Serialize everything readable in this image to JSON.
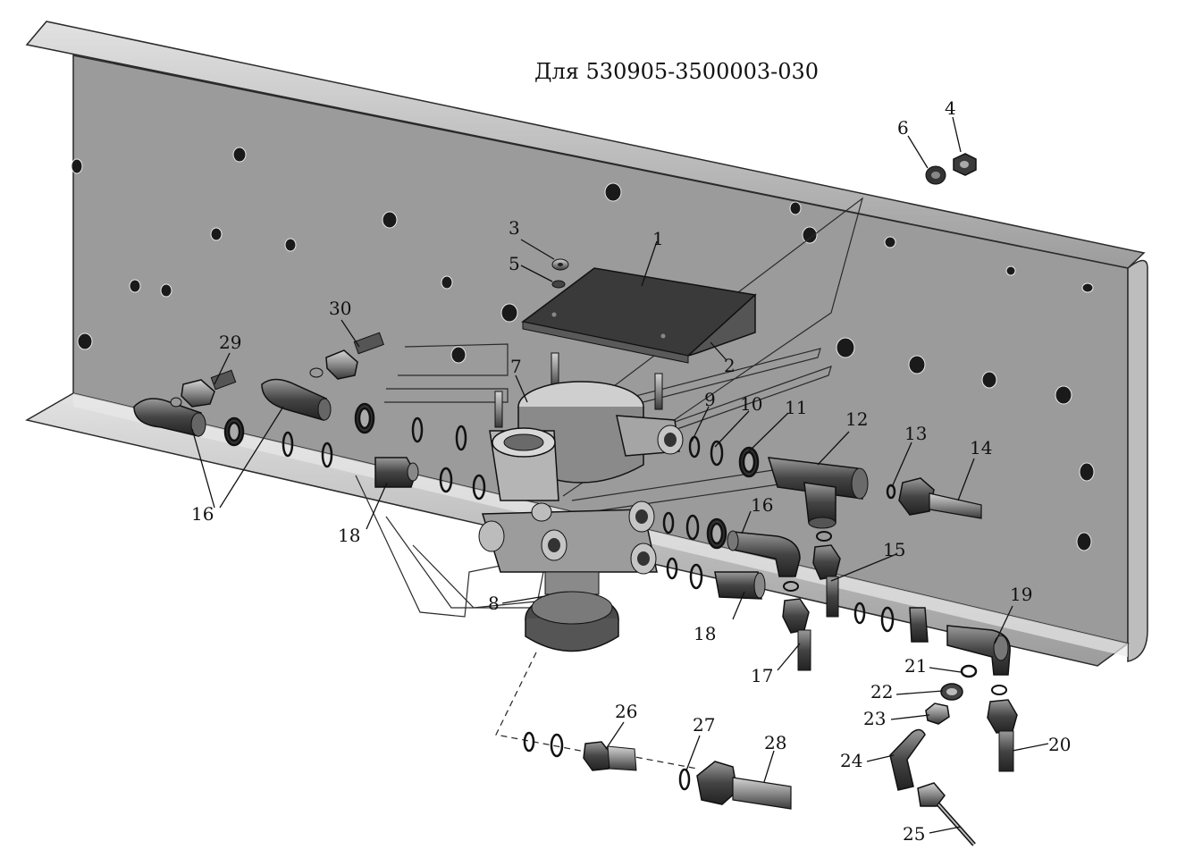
{
  "diagram": {
    "title": "Для 530905-3500003-030",
    "part_labels": [
      "1",
      "2",
      "3",
      "4",
      "5",
      "6",
      "7",
      "8",
      "9",
      "10",
      "11",
      "12",
      "13",
      "14",
      "15",
      "16",
      "16",
      "16",
      "17",
      "18",
      "18",
      "19",
      "20",
      "21",
      "22",
      "23",
      "24",
      "25",
      "26",
      "27",
      "28",
      "29",
      "30",
      "8"
    ],
    "colors": {
      "frame": "#9a9a9a",
      "frame_edge": "#2a2a2a",
      "part_dark": "#3c3c3c",
      "part_mid": "#7a7a7a",
      "part_light": "#c8c8c8",
      "outline": "#111111"
    }
  }
}
